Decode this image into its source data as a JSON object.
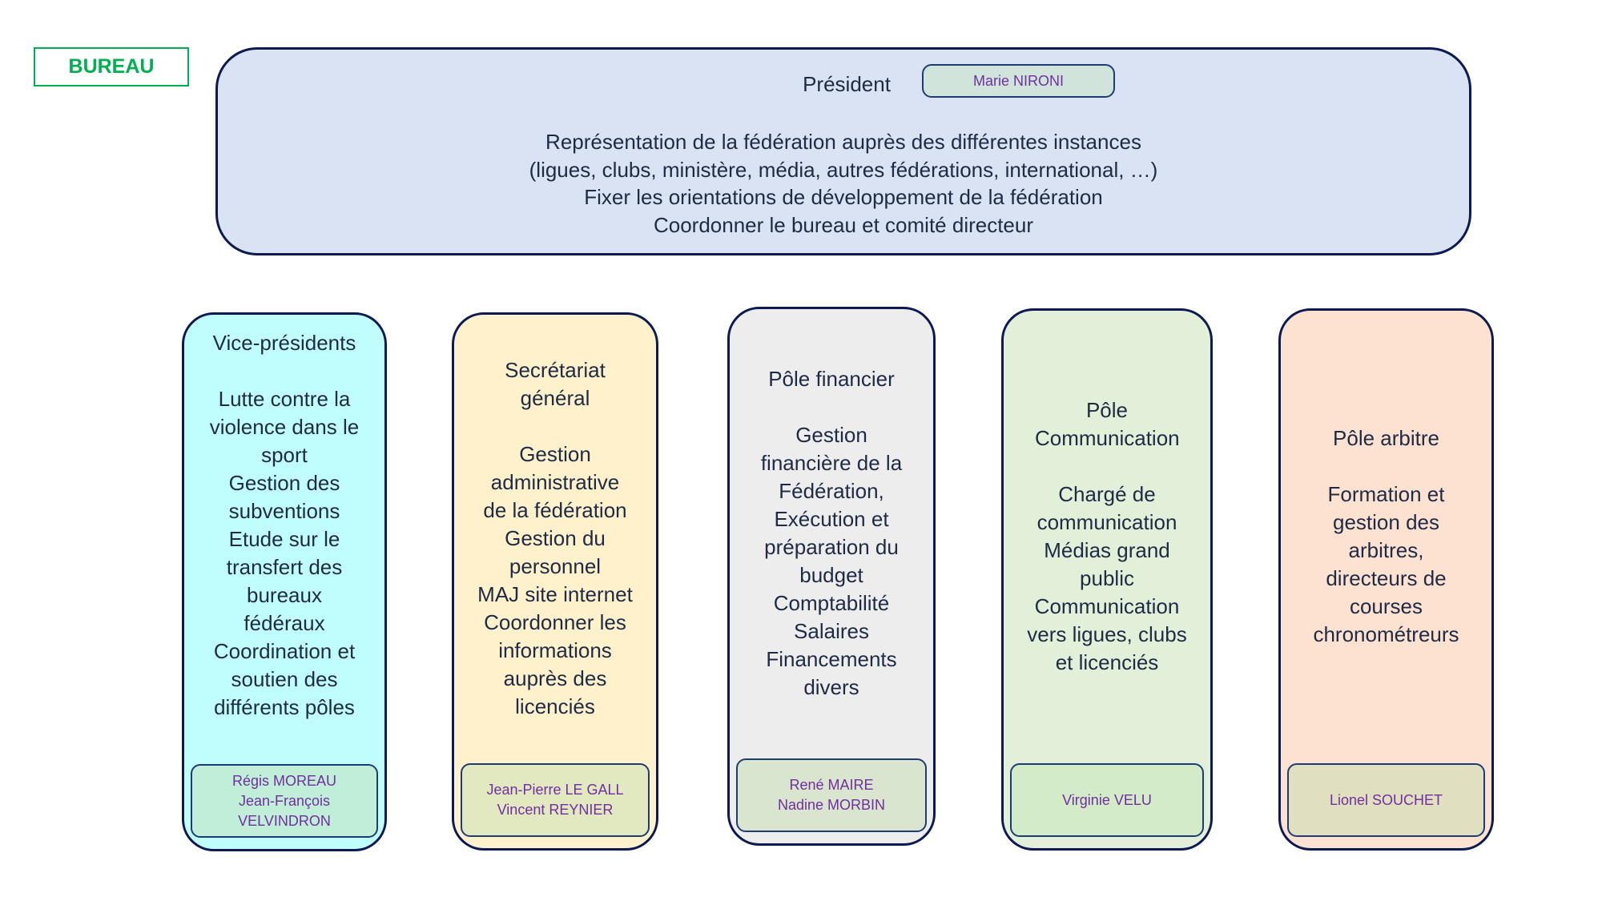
{
  "badge": "BUREAU",
  "president": {
    "title": "Président",
    "name": "Marie NIRONI",
    "lines": [
      "Représentation de la fédération auprès des différentes instances",
      "(ligues, clubs, ministère, média, autres fédérations, international, …)",
      "Fixer les orientations de développement de la fédération",
      "Coordonner le bureau et comité directeur"
    ]
  },
  "columns": [
    {
      "title": "Vice-présidents",
      "lines": [
        "Lutte contre la",
        "violence dans le",
        "sport",
        "Gestion des",
        "subventions",
        "Etude sur le",
        "transfert des",
        "bureaux",
        "fédéraux",
        "Coordination et",
        "soutien des",
        "différents pôles"
      ],
      "names": [
        "Régis MOREAU",
        "Jean-François",
        "VELVINDRON"
      ],
      "fill": "#c0fdfd",
      "name_fill": "#c0eed8"
    },
    {
      "title": "Secrétariat général",
      "lines": [
        "Gestion",
        "administrative",
        "de la fédération",
        "Gestion du",
        "personnel",
        "MAJ site internet",
        "Coordonner les",
        "informations",
        "auprès des",
        "licenciés"
      ],
      "names": [
        "Jean-Pierre LE GALL",
        "Vincent REYNIER"
      ],
      "fill": "#fef1cc",
      "name_fill": "#e2e8c0"
    },
    {
      "title": "Pôle financier",
      "lines": [
        "Gestion",
        "financière de la",
        "Fédération,",
        "Exécution et",
        "préparation du",
        "budget",
        "Comptabilité",
        "Salaires",
        "Financements",
        "divers"
      ],
      "names": [
        "René MAIRE",
        "Nadine MORBIN"
      ],
      "fill": "#ededed",
      "name_fill": "#d9e5cf"
    },
    {
      "title": "Pôle Communication",
      "lines": [
        "Chargé de",
        "communication",
        "Médias grand",
        "public",
        "Communication",
        "vers ligues, clubs",
        "et licenciés"
      ],
      "names": [
        "Virginie VELU"
      ],
      "fill": "#e2f0d9",
      "name_fill": "#d3ebc8"
    },
    {
      "title": "Pôle arbitre",
      "lines": [
        "Formation et",
        "gestion des",
        "arbitres,",
        "directeurs de",
        "courses",
        "chronométreurs"
      ],
      "names": [
        "Lionel SOUCHET"
      ],
      "fill": "#fde2d2",
      "name_fill": "#e0dfc0"
    }
  ]
}
